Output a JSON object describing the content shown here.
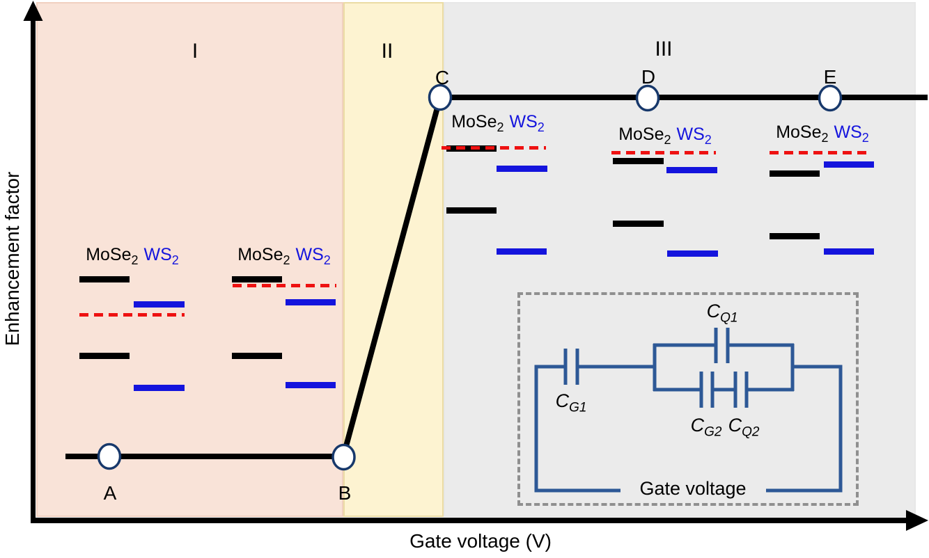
{
  "figure": {
    "y_axis_label": "Enhancement factor",
    "x_axis_label": "Gate voltage (V)"
  },
  "regions": [
    {
      "numeral": "I"
    },
    {
      "numeral": "II"
    },
    {
      "numeral": "III"
    }
  ],
  "points": [
    {
      "label": "A"
    },
    {
      "label": "B"
    },
    {
      "label": "C"
    },
    {
      "label": "D"
    },
    {
      "label": "E"
    }
  ],
  "materials": {
    "mose2": {
      "base": "MoSe",
      "sub": "2"
    },
    "ws2": {
      "base": "WS",
      "sub": "2"
    }
  },
  "circuit": {
    "capacitors": {
      "cq1": {
        "base": "C",
        "sub": "Q1"
      },
      "cg1": {
        "base": "C",
        "sub": "G1"
      },
      "cg2": {
        "base": "C",
        "sub": "G2"
      },
      "cq2": {
        "base": "C",
        "sub": "Q2"
      }
    },
    "source_label": "Gate voltage"
  },
  "colors": {
    "region1_fill": "#f9e3d8",
    "region2_fill": "#fdf3d1",
    "region3_fill": "#ebebeb",
    "mose2_level": "#000000",
    "ws2_level": "#1414dd",
    "fermi_dashed": "#ee1111",
    "curve": "#000000",
    "marker_stroke": "#17386b",
    "circuit_wire": "#2d5896"
  }
}
